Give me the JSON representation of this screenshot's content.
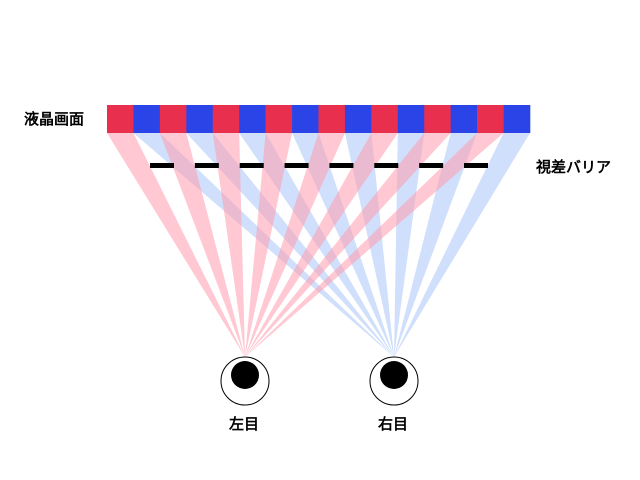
{
  "labels": {
    "lcd": "液晶画面",
    "barrier": "視差バリア",
    "left_eye": "左目",
    "right_eye": "右目"
  },
  "lcd_pixels": [
    "red",
    "blue",
    "red",
    "blue",
    "red",
    "blue",
    "red",
    "blue",
    "red",
    "blue",
    "red",
    "blue",
    "red",
    "blue",
    "red",
    "blue"
  ],
  "colors": {
    "red_pixel": "#e8304e",
    "blue_pixel": "#2a44e8",
    "red_ray": "#ff9aae",
    "blue_ray": "#a9c4f7",
    "barrier": "#000000"
  },
  "barrier_segment_count": 8
}
